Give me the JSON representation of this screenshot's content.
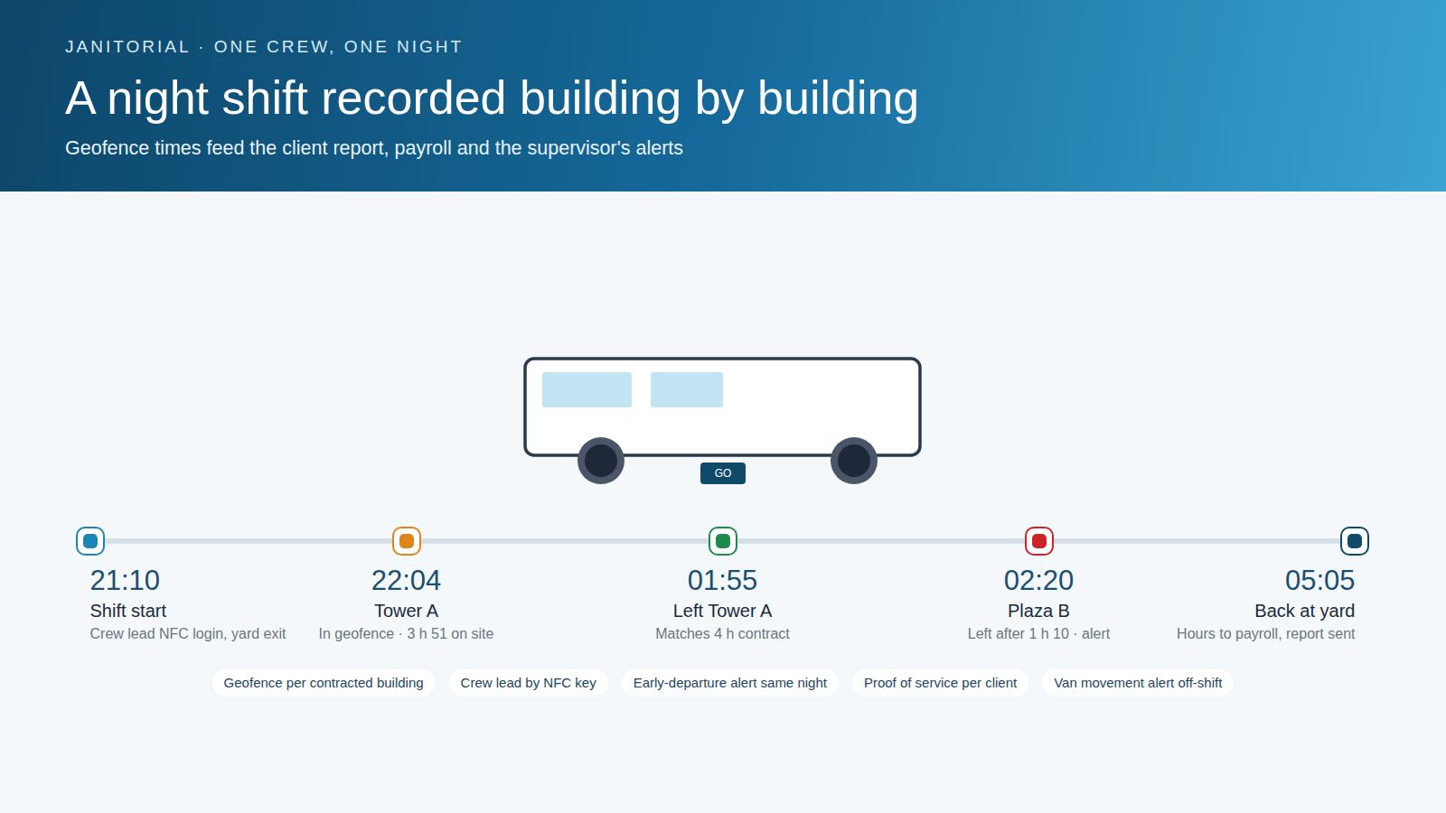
{
  "diagram": {
    "title": "A night shift recorded building by building",
    "caption": "Geofence times feed the client report, payroll and the supervisor's alerts",
    "nodes": [
      {
        "text": [
          "GO"
        ]
      },
      {
        "text": [
          "21:10",
          "Shift start",
          "Crew lead NFC login, yard exit"
        ]
      },
      {
        "text": [
          "22:04",
          "Tower A",
          "In geofence · 3 h 51 on site"
        ]
      },
      {
        "text": [
          "01:55",
          "Left Tower A",
          "Matches 4 h contract"
        ]
      },
      {
        "text": [
          "02:20",
          "Plaza B",
          "Left after 1 h 10 · alert"
        ]
      },
      {
        "text": [
          "05:05",
          "Back at yard",
          "Hours to payroll, report sent"
        ]
      },
      {
        "text": [
          "Geofence per contracted building"
        ]
      },
      {
        "text": [
          "Crew lead by NFC key"
        ]
      },
      {
        "text": [
          "Early-departure alert same night"
        ]
      },
      {
        "text": [
          "Proof of service per client"
        ]
      },
      {
        "text": [
          "Van movement alert off-shift"
        ]
      }
    ],
    "edges": [
      {
        "from": 1,
        "to": 2,
        "arrow": "none"
      },
      {
        "from": 2,
        "to": 3,
        "arrow": "none"
      },
      {
        "from": 3,
        "to": 4,
        "arrow": "none"
      },
      {
        "from": 4,
        "to": 5,
        "arrow": "none"
      }
    ],
    "labels": [
      "JANITORIAL · ONE CREW, ONE NIGHT"
    ]
  }
}
